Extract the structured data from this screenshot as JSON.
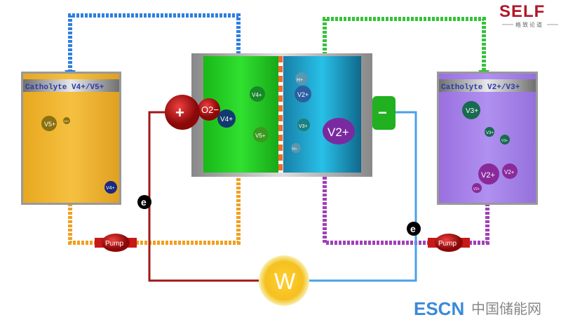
{
  "logo": {
    "brand": "SELF",
    "subtitle": "格致论道"
  },
  "watermark": {
    "escn": "ESCN",
    "cn": "中国储能网"
  },
  "tanks": {
    "left_label": "Catholyte V4+/V5+",
    "right_label": "Catholyte V2+/V3+"
  },
  "electrodes": {
    "positive": "+",
    "negative": "−"
  },
  "pumps": {
    "left": "Pump",
    "right": "Pump"
  },
  "load": "W",
  "electrons": {
    "left": "e",
    "right": "e"
  },
  "ions": {
    "left_tank": [
      "V5+",
      "V4+",
      "V4+"
    ],
    "cell_green": [
      "O2−",
      "V4+",
      "V4+",
      "V5+"
    ],
    "cell_blue": [
      "H+",
      "V2+",
      "V3+",
      "H+",
      "V2+"
    ],
    "right_tank": [
      "V3+",
      "V3+",
      "V3+",
      "V2+",
      "V2+",
      "V2+"
    ]
  },
  "colors": {
    "blue_pipe": "#2f7fe0",
    "green_pipe": "#36c23a",
    "orange_pipe": "#f0a020",
    "purple_pipe": "#a040b8",
    "red_wire": "#a01818",
    "blue_wire": "#4aa0e8"
  }
}
